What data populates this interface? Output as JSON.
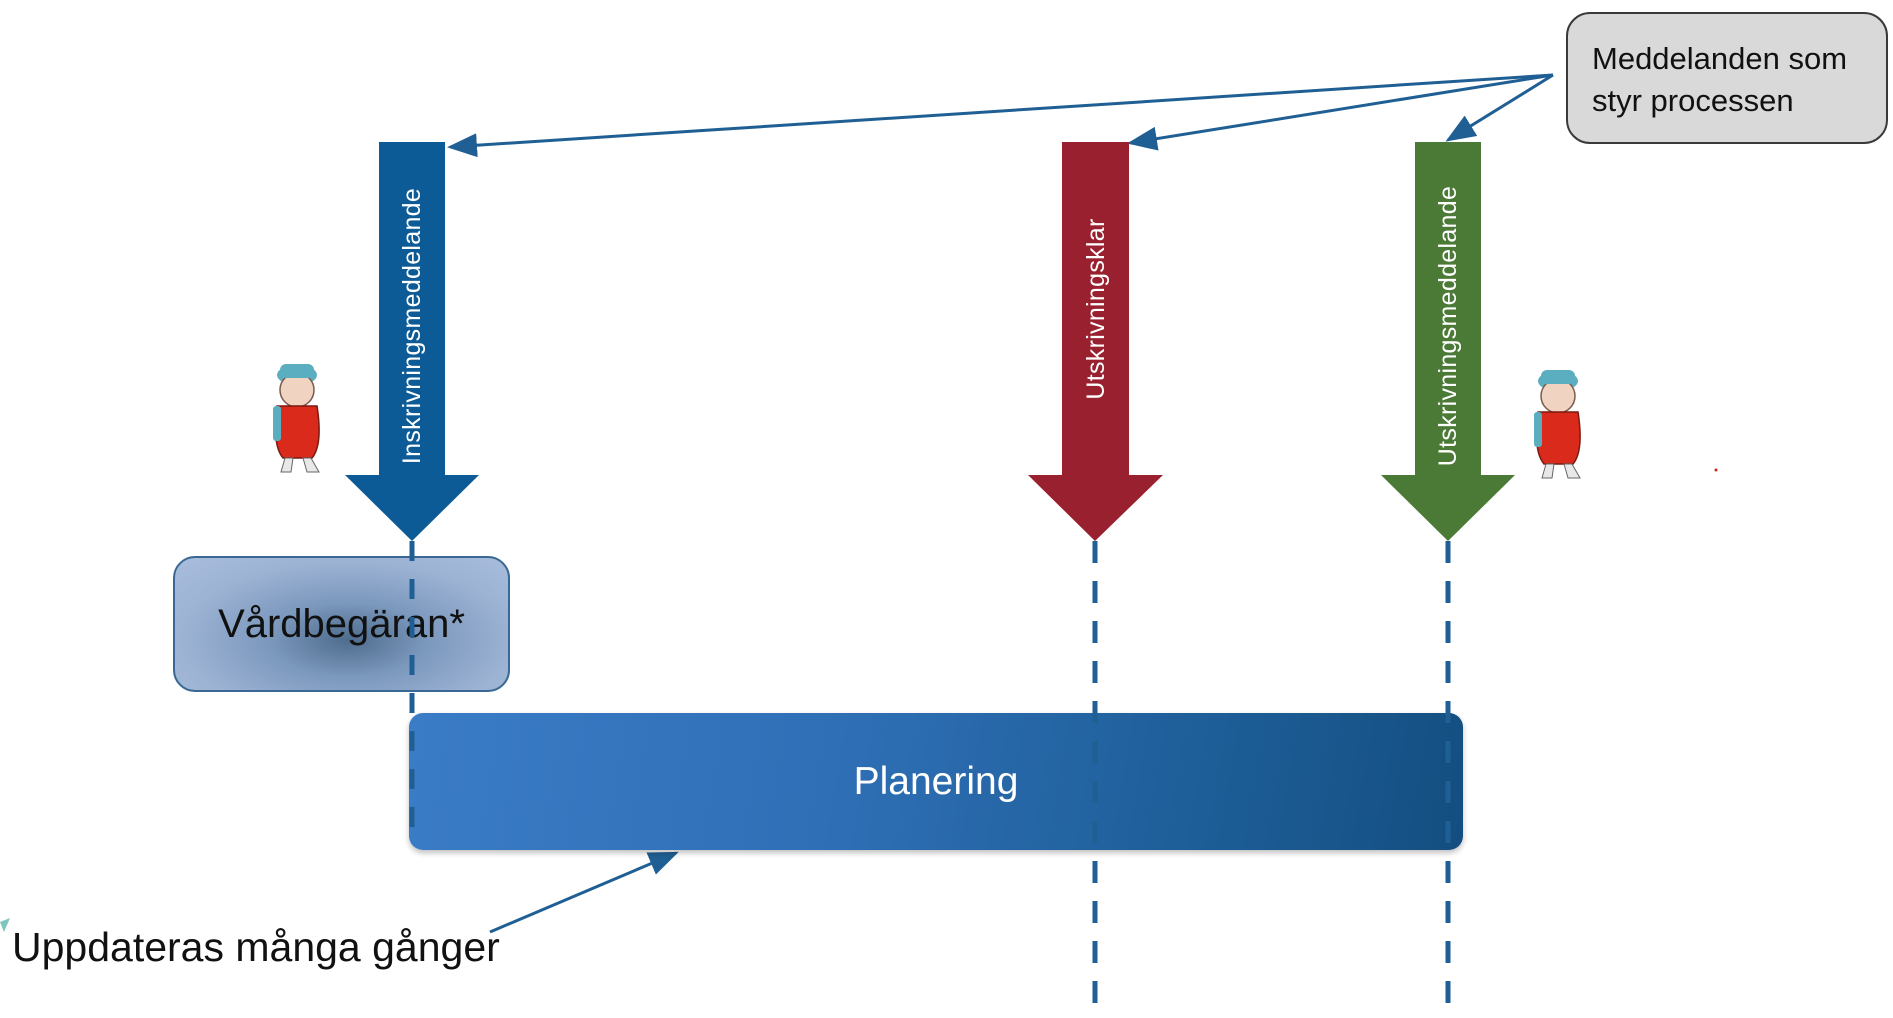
{
  "callout": {
    "line1": "Meddelanden som",
    "line2": "styr processen"
  },
  "messages": [
    {
      "label": "Inskrivningsmeddelande",
      "color": "#0c5b96"
    },
    {
      "label": "Utskrivningsklar",
      "color": "#99202f"
    },
    {
      "label": "Utskrivningsmeddelande",
      "color": "#4a7a35"
    }
  ],
  "boxes": {
    "vardbegaran": "Vårdbegäran*",
    "planering": "Planering"
  },
  "annotation": "Uppdateras många gånger",
  "colors": {
    "pointer": "#1f5f93",
    "dashed": "#1f5f93"
  }
}
